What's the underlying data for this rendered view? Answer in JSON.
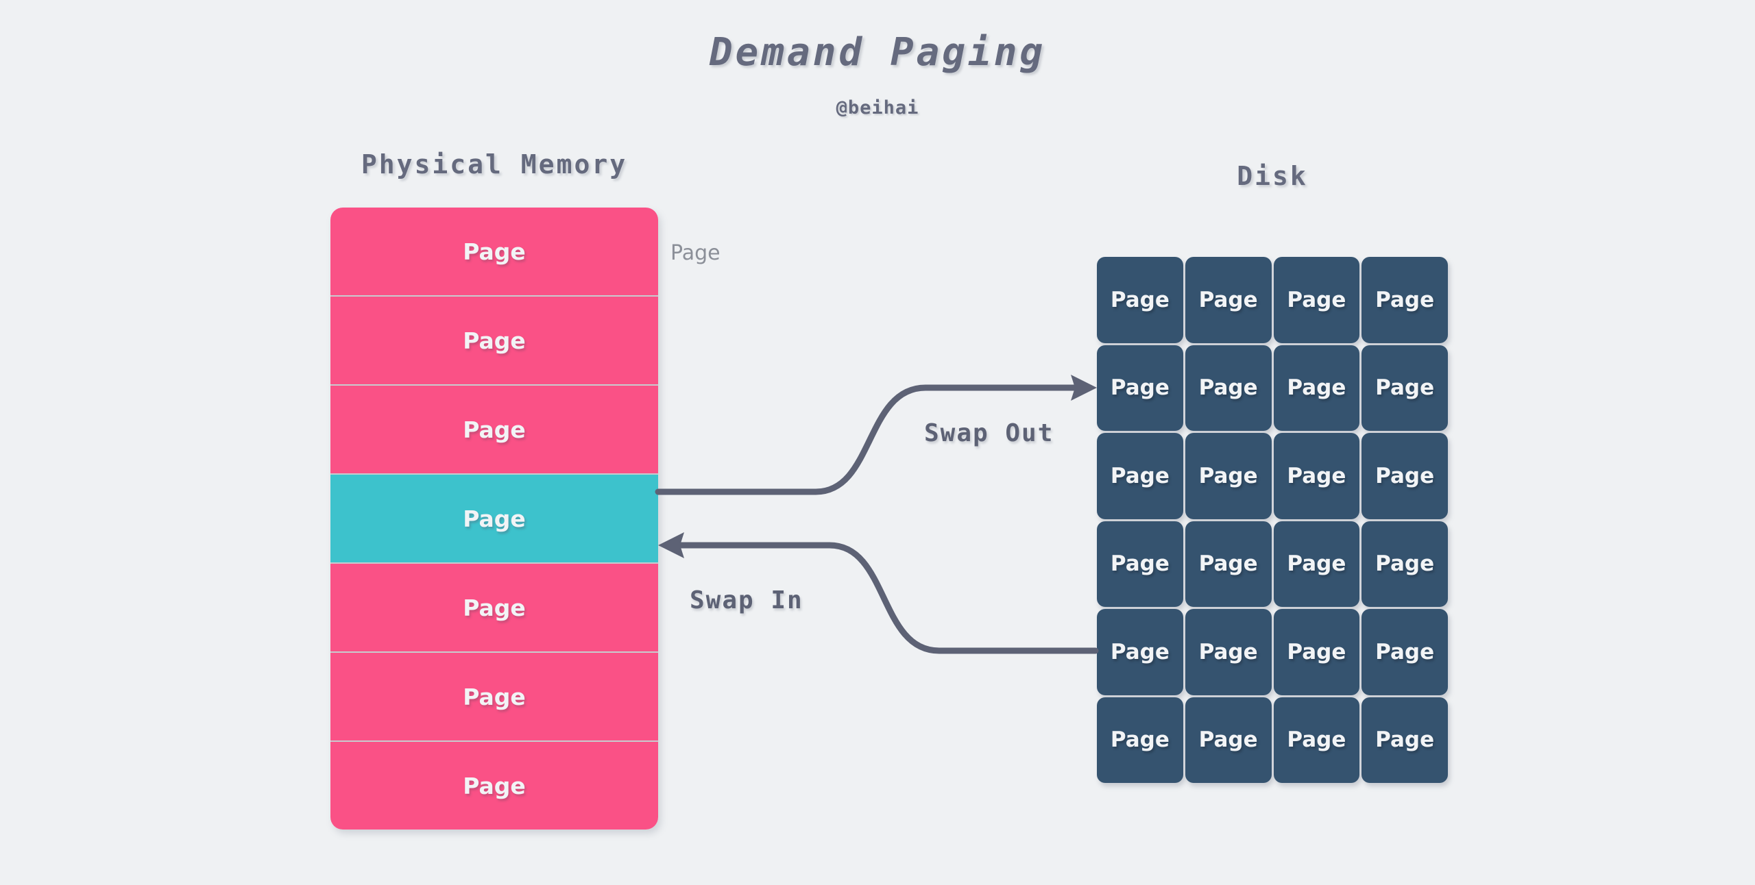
{
  "page": {
    "title": "Demand Paging",
    "subtitle": "@beihai",
    "background_color": "#eff1f3",
    "text_color": "#656a7e"
  },
  "memory": {
    "heading": "Physical Memory",
    "side_label": "Page",
    "block_color": "#fa5186",
    "highlight_color": "#3dc2cc",
    "divider_color": "#c8cbcf",
    "highlight_index": 3,
    "rows": [
      {
        "label": "Page",
        "state": "resident"
      },
      {
        "label": "Page",
        "state": "resident"
      },
      {
        "label": "Page",
        "state": "resident"
      },
      {
        "label": "Page",
        "state": "selected"
      },
      {
        "label": "Page",
        "state": "resident"
      },
      {
        "label": "Page",
        "state": "resident"
      },
      {
        "label": "Page",
        "state": "resident"
      }
    ]
  },
  "disk": {
    "heading": "Disk",
    "cell_color": "#35536f",
    "columns": 4,
    "rows": 6,
    "cells": [
      {
        "label": "Page"
      },
      {
        "label": "Page"
      },
      {
        "label": "Page"
      },
      {
        "label": "Page"
      },
      {
        "label": "Page"
      },
      {
        "label": "Page"
      },
      {
        "label": "Page"
      },
      {
        "label": "Page"
      },
      {
        "label": "Page"
      },
      {
        "label": "Page"
      },
      {
        "label": "Page"
      },
      {
        "label": "Page"
      },
      {
        "label": "Page"
      },
      {
        "label": "Page"
      },
      {
        "label": "Page"
      },
      {
        "label": "Page"
      },
      {
        "label": "Page"
      },
      {
        "label": "Page"
      },
      {
        "label": "Page"
      },
      {
        "label": "Page"
      },
      {
        "label": "Page"
      },
      {
        "label": "Page"
      },
      {
        "label": "Page"
      },
      {
        "label": "Page"
      }
    ]
  },
  "flows": {
    "arrow_color": "#5d6275",
    "swap_out": {
      "label": "Swap Out",
      "from": "physical-memory-row-4",
      "to": "disk-row-2"
    },
    "swap_in": {
      "label": "Swap In",
      "from": "disk-row-5",
      "to": "physical-memory-row-4"
    }
  }
}
